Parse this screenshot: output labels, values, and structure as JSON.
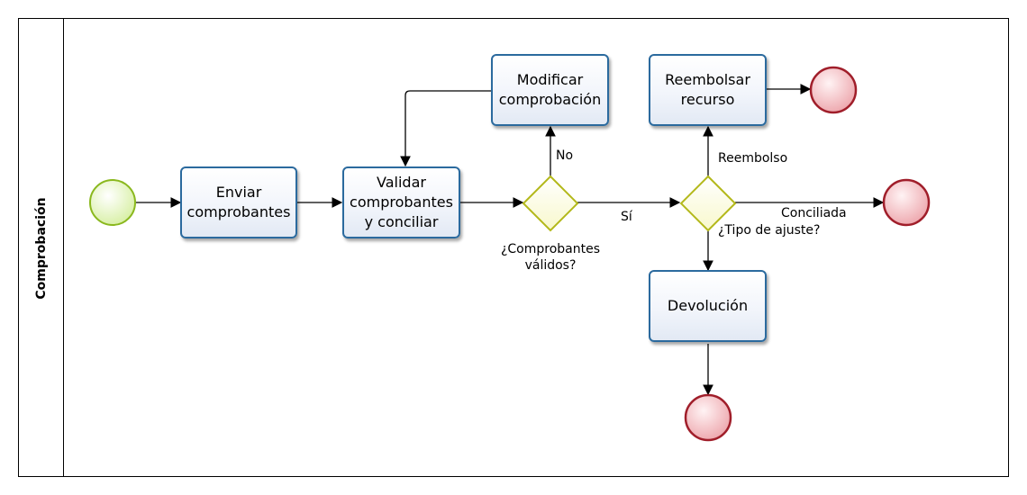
{
  "lane": {
    "label": "Comprobación"
  },
  "tasks": {
    "enviar": "Enviar\ncomprobantes",
    "validar": "Validar\ncomprobantes\ny conciliar",
    "modificar": "Modificar\ncomprobación",
    "reembolsar": "Reembolsar\nrecurso",
    "devolucion": "Devolución"
  },
  "gateways": {
    "validos": "¿Comprobantes\nválidos?",
    "tipo": "¿Tipo de ajuste?"
  },
  "flows": {
    "no": "No",
    "si": "Sí",
    "reembolso": "Reembolso",
    "conciliada": "Conciliada"
  },
  "colors": {
    "task_border": "#2b6a9e",
    "start_event_fill": "#eaf7c8",
    "start_event_stroke": "#8ab81e",
    "end_event_fill": "#f4c2c6",
    "end_event_stroke": "#a01e2a",
    "gateway_fill": "#fdfde0",
    "gateway_stroke": "#b3b81a"
  }
}
